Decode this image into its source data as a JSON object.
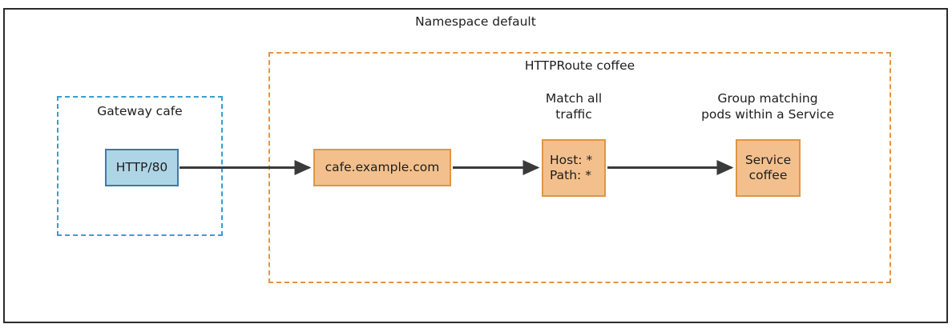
{
  "diagram": {
    "type": "kubernetes-gateway-api-flow",
    "background": "#ffffff",
    "colors": {
      "namespace_border": "#2b2b2b",
      "httproute_border": "#e09544",
      "gateway_border": "#3a9ccd",
      "listener_fill": "#aed5e6",
      "listener_border": "#3a7ca5",
      "route_node_fill": "#f3c08d",
      "route_node_border": "#e09544",
      "arrow": "#3a3a3a",
      "text": "#1d1d1d"
    }
  },
  "namespace": {
    "title": "Namespace default"
  },
  "gateway": {
    "title": "Gateway cafe",
    "listener": {
      "label": "HTTP/80"
    }
  },
  "httproute": {
    "title": "HTTPRoute coffee",
    "hostname": {
      "label": "cafe.example.com"
    },
    "match": {
      "caption": "Match all\ntraffic",
      "host_rule": "Host: *",
      "path_rule": "Path: *"
    },
    "backend": {
      "caption": "Group matching\npods within a Service",
      "kind": "Service",
      "name": "coffee"
    }
  },
  "arrows": [
    {
      "name": "listener-to-hostname",
      "from": "HTTP/80",
      "to": "cafe.example.com"
    },
    {
      "name": "hostname-to-match",
      "from": "cafe.example.com",
      "to": "Host: * / Path: *"
    },
    {
      "name": "match-to-service",
      "from": "Host: * / Path: *",
      "to": "Service coffee"
    }
  ]
}
